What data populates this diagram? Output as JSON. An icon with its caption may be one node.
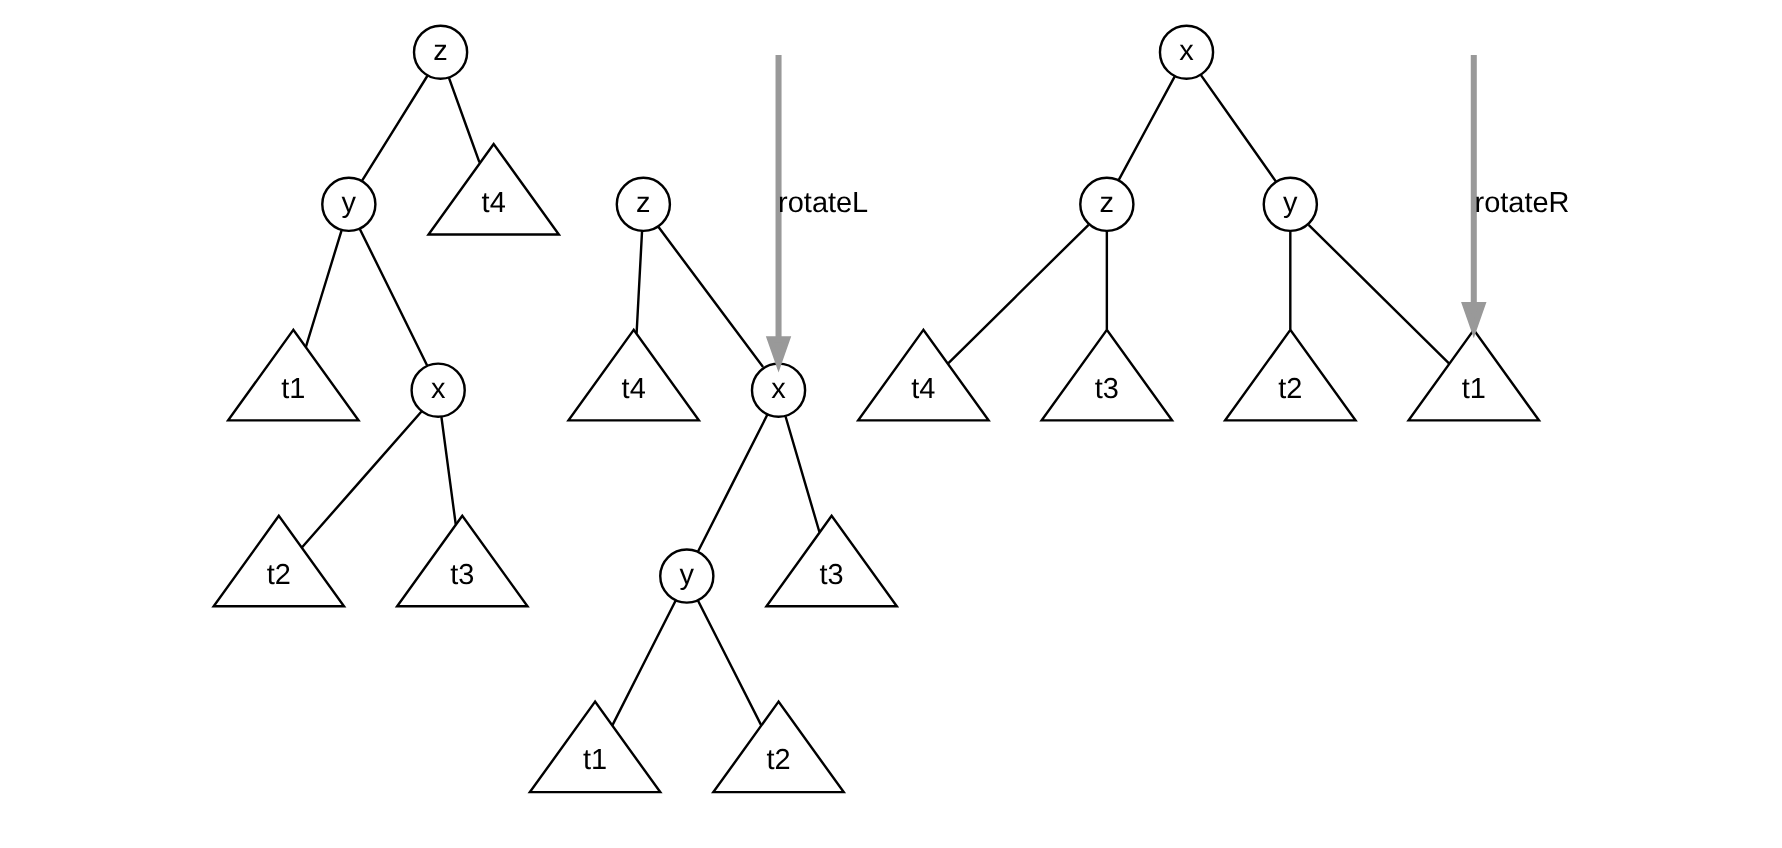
{
  "diagram": {
    "nodes": [
      {
        "text": [
          "z"
        ]
      },
      {
        "text": [
          "y"
        ]
      },
      {
        "text": [
          "t4"
        ]
      },
      {
        "text": [
          "t1"
        ]
      },
      {
        "text": [
          "x"
        ]
      },
      {
        "text": [
          "t2"
        ]
      },
      {
        "text": [
          "t3"
        ]
      },
      {
        "text": [
          "z"
        ]
      },
      {
        "text": [
          "x"
        ]
      },
      {
        "text": [
          "t4"
        ]
      },
      {
        "text": [
          "y"
        ]
      },
      {
        "text": [
          "t3"
        ]
      },
      {
        "text": [
          "t1"
        ]
      },
      {
        "text": [
          "t2"
        ]
      },
      {
        "text": [
          "x"
        ]
      },
      {
        "text": [
          "y"
        ]
      },
      {
        "text": [
          "z"
        ]
      },
      {
        "text": [
          "t1"
        ]
      },
      {
        "text": [
          "t2"
        ]
      },
      {
        "text": [
          "t3"
        ]
      },
      {
        "text": [
          "t4"
        ]
      }
    ],
    "edges": [
      {
        "from": 0,
        "to": 1,
        "arrow": "none"
      },
      {
        "from": 0,
        "to": 2,
        "arrow": "none"
      },
      {
        "from": 1,
        "to": 3,
        "arrow": "none"
      },
      {
        "from": 1,
        "to": 4,
        "arrow": "none"
      },
      {
        "from": 4,
        "to": 5,
        "arrow": "none"
      },
      {
        "from": 4,
        "to": 6,
        "arrow": "none"
      },
      {
        "from": 7,
        "to": 8,
        "arrow": "none"
      },
      {
        "from": 7,
        "to": 9,
        "arrow": "none"
      },
      {
        "from": 8,
        "to": 10,
        "arrow": "none"
      },
      {
        "from": 8,
        "to": 11,
        "arrow": "none"
      },
      {
        "from": 10,
        "to": 12,
        "arrow": "none"
      },
      {
        "from": 10,
        "to": 13,
        "arrow": "none"
      },
      {
        "from": 14,
        "to": 15,
        "arrow": "none"
      },
      {
        "from": 14,
        "to": 16,
        "arrow": "none"
      },
      {
        "from": 15,
        "to": 17,
        "arrow": "none"
      },
      {
        "from": 15,
        "to": 18,
        "arrow": "none"
      },
      {
        "from": 16,
        "to": 19,
        "arrow": "none"
      },
      {
        "from": 16,
        "to": 20,
        "arrow": "none"
      },
      {
        "from": null,
        "to": 8,
        "arrow": "to",
        "label": "rotateL",
        "style": "thick",
        "color": "#999999"
      },
      {
        "from": null,
        "to": 17,
        "arrow": "to",
        "label": "rotateR",
        "style": "thick",
        "color": "#999999"
      }
    ]
  }
}
